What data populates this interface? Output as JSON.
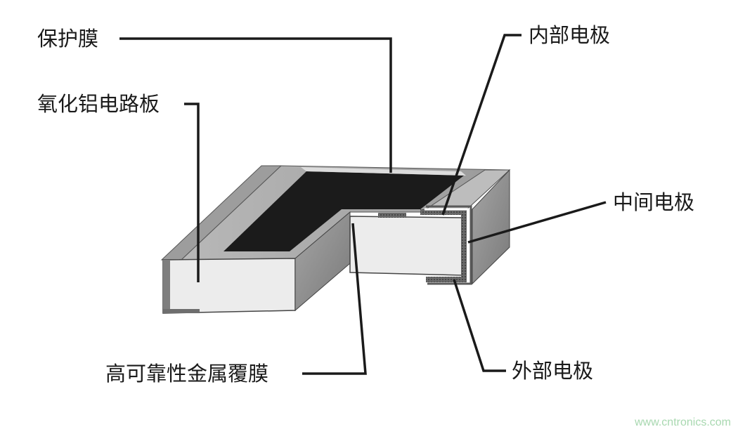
{
  "labels": {
    "protective_film": "保护膜",
    "alumina_substrate": "氧化铝电路板",
    "inner_electrode": "内部电极",
    "middle_electrode": "中间电极",
    "outer_electrode": "外部电极",
    "metal_film": "高可靠性金属覆膜"
  },
  "watermark": "www.cntronics.com",
  "colors": {
    "resistor_film": "#1b1b1b",
    "substrate_face": "#ececec",
    "substrate_side": "#8f8f8f",
    "electrode_layer": "#5c5c5c",
    "leader_line": "#1a1a1a",
    "watermark": "#a8d8b0"
  }
}
